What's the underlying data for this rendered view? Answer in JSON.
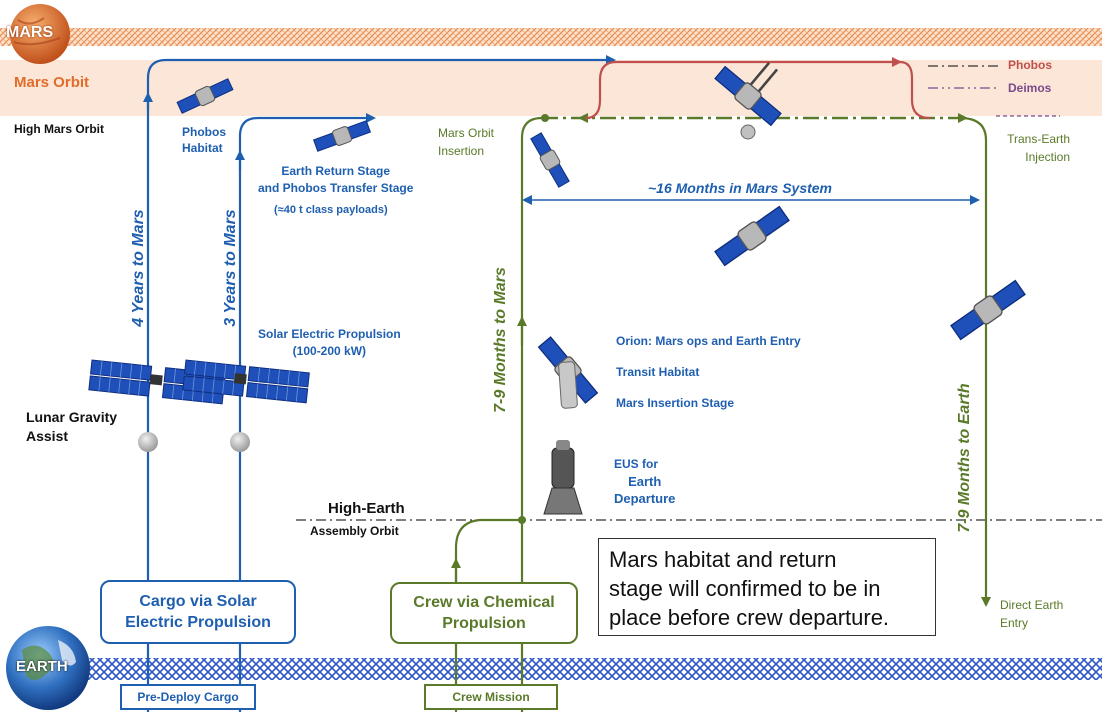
{
  "labels": {
    "mars_badge": "MARS",
    "earth_badge": "EARTH",
    "mars_orbit": "Mars Orbit",
    "high_mars_orbit": "High Mars Orbit",
    "phobos": "Phobos",
    "deimos": "Deimos",
    "phobos_habitat": [
      "Phobos",
      "Habitat"
    ],
    "earth_return_stage": [
      "Earth Return Stage",
      "and Phobos Transfer Stage"
    ],
    "payload_class": "(≈40 t class payloads)",
    "mars_orbit_insertion": [
      "Mars Orbit",
      "Insertion"
    ],
    "trans_earth_injection": [
      "Trans-Earth",
      "Injection"
    ],
    "months_in_mars_system": "~16 Months in Mars System",
    "four_years": "4 Years to Mars",
    "three_years": "3 Years to Mars",
    "seven_nine_to_mars": "7-9 Months to Mars",
    "seven_nine_to_earth": "7-9 Months to Earth",
    "sep": [
      "Solar Electric Propulsion",
      "(100-200 kW)"
    ],
    "lunar_gravity_assist": [
      "Lunar Gravity",
      "Assist"
    ],
    "orion": "Orion:  Mars ops and Earth Entry",
    "transit_habitat": "Transit Habitat",
    "mars_insertion_stage": "Mars Insertion Stage",
    "eus": [
      "EUS for",
      "Earth",
      "Departure"
    ],
    "high_earth": "High-Earth",
    "assembly_orbit": "Assembly Orbit",
    "direct_earth_entry": [
      "Direct Earth",
      "Entry"
    ],
    "cargo_box": [
      "Cargo via Solar",
      "Electric Propulsion"
    ],
    "crew_box": [
      "Crew via Chemical",
      "Propulsion"
    ],
    "pre_deploy_cargo": "Pre-Deploy Cargo",
    "crew_mission": "Crew Mission",
    "note": [
      "Mars habitat and return",
      "stage will confirmed to be in",
      "place before crew departure."
    ]
  },
  "colors": {
    "cargo_blue": "#1f5fb0",
    "crew_green": "#5a7a2a",
    "phobos_red": "#c0504d",
    "deimos_purple": "#7a4a8a",
    "mars_band": "#f9e0cf",
    "mars_orange": "#e36c2a",
    "earth_band": "#3a5fcd"
  },
  "icons": [
    "spacecraft-icon",
    "solar-array-icon",
    "moon-icon",
    "rocket-stage-icon",
    "mars-planet-icon",
    "earth-planet-icon"
  ]
}
